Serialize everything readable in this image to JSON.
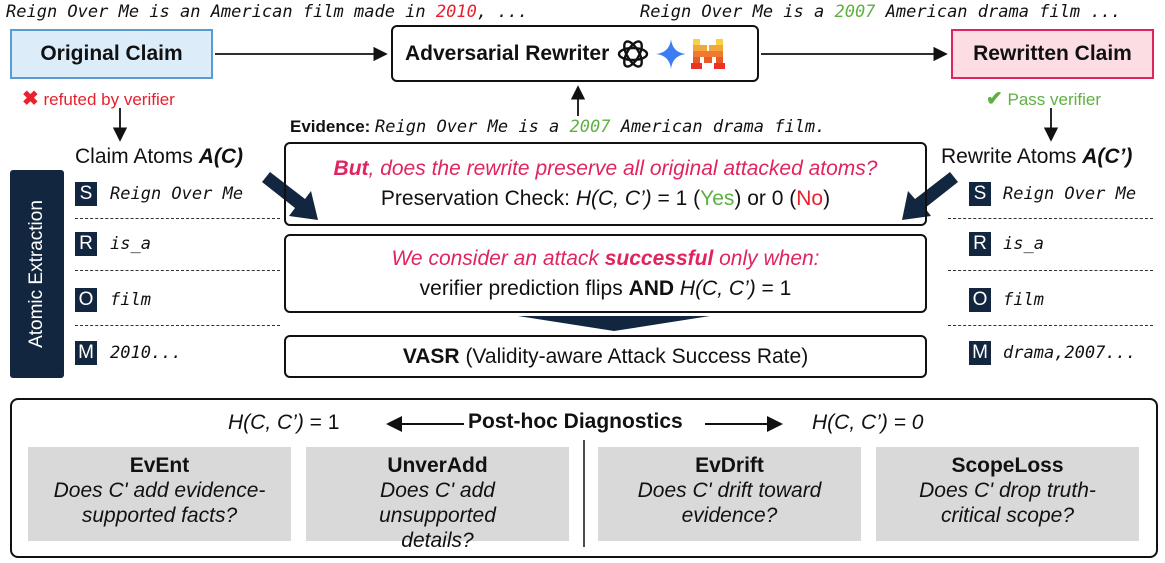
{
  "top": {
    "left_sentence": {
      "pre": "Reign Over Me is an American film made in ",
      "year": "2010",
      "post": ", ..."
    },
    "right_sentence": {
      "pre": "Reign Over Me is a ",
      "year": "2007",
      "post": " American drama film ..."
    },
    "original_claim": "Original Claim",
    "rewriter": "Adversarial Rewriter",
    "rewritten_claim": "Rewritten Claim",
    "refuted": "refuted by verifier",
    "pass": "Pass verifier"
  },
  "evidence": {
    "label": "Evidence:",
    "pre": "Reign Over Me is a ",
    "year": "2007",
    "post": " American drama film."
  },
  "left_atoms": {
    "title_pre": "Claim Atoms ",
    "title_math": "A(C)",
    "items": [
      {
        "tag": "S",
        "text": "Reign Over Me"
      },
      {
        "tag": "R",
        "text": "is_a"
      },
      {
        "tag": "O",
        "text": "film"
      },
      {
        "tag": "M",
        "text": "2010..."
      }
    ]
  },
  "right_atoms": {
    "title_pre": "Rewrite Atoms ",
    "title_math": "A(C’)",
    "items": [
      {
        "tag": "S",
        "text": "Reign Over Me"
      },
      {
        "tag": "R",
        "text": "is_a"
      },
      {
        "tag": "O",
        "text": "film"
      },
      {
        "tag": "M",
        "text": "drama,2007..."
      }
    ]
  },
  "atomic_extraction": "Atomic Extraction",
  "preservation": {
    "question_bold": "But",
    "question_rest": ", does the rewrite preserve all original attacked atoms?",
    "check_pre": "Preservation Check: ",
    "check_math": "H(C, C’)",
    "check_mid": " = 1 (",
    "yes": "Yes",
    "or": ") or 0 (",
    "no": "No",
    "close": ")"
  },
  "success": {
    "pre": "We consider an attack ",
    "bold": "successful",
    "post": " only when:",
    "line_pre": "verifier prediction flips ",
    "line_bold": "AND",
    "line_math": " H(C, C’)",
    "line_post": " = 1"
  },
  "vasr": {
    "bold": "VASR",
    "rest": " (Validity-aware Attack Success Rate)"
  },
  "posthoc": {
    "left_math": "H(C, C’)",
    "left_val": " = 1",
    "title": "Post-hoc Diagnostics",
    "right_label": "H(C, C’) = 0",
    "items": [
      {
        "title": "EvEnt",
        "desc": "Does C' add evidence-supported facts?"
      },
      {
        "title": "UnverAdd",
        "desc": "Does C' add unsupported details?"
      },
      {
        "title": "EvDrift",
        "desc": "Does C' drift toward evidence?"
      },
      {
        "title": "ScopeLoss",
        "desc": "Does C' drop truth-critical scope?"
      }
    ]
  },
  "colors": {
    "red": "#e8212e",
    "green": "#5fb043",
    "pink": "#e0245e",
    "navy": "#13263f",
    "blue_fill": "#dcecf9",
    "blue_border": "#5b9bd5",
    "pink_fill": "#fbdde3",
    "pink_border": "#e0245e"
  }
}
